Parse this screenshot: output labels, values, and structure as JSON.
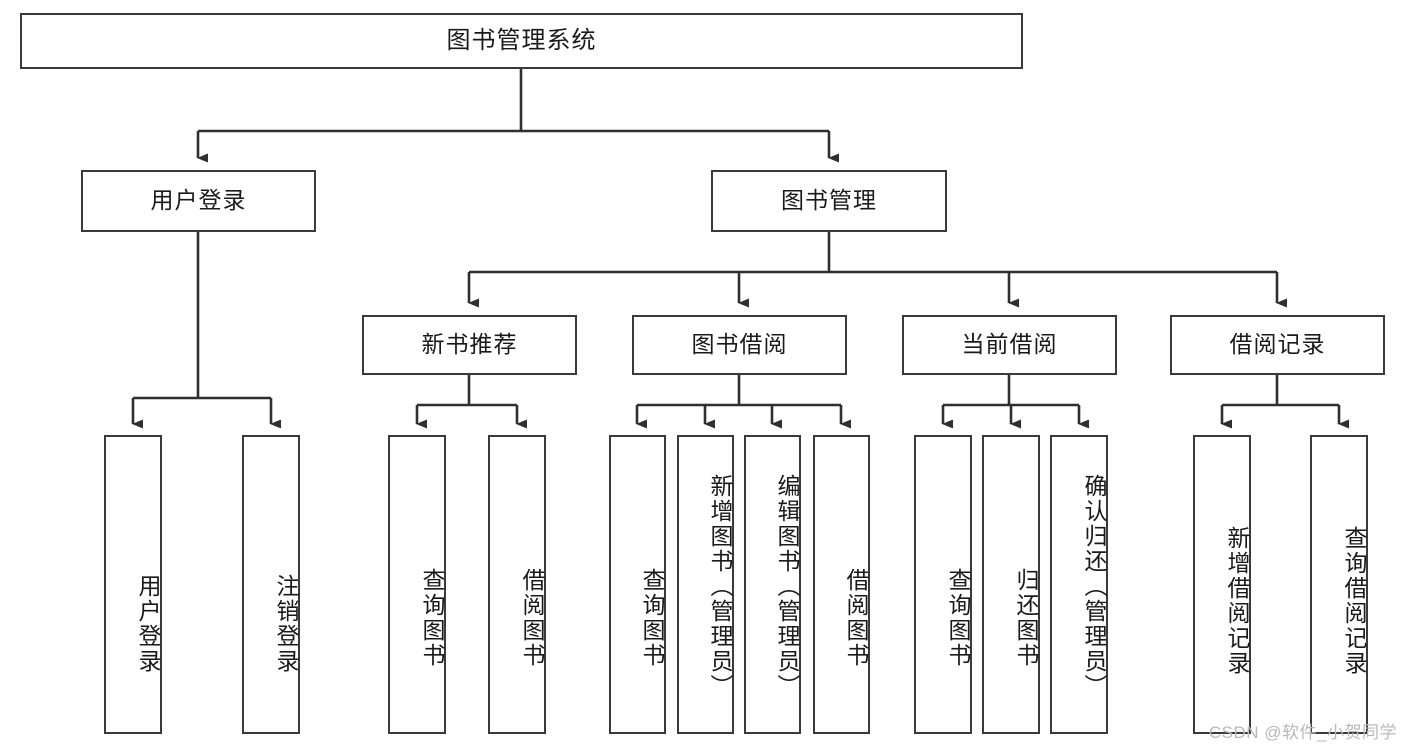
{
  "diagram": {
    "title": "图书管理系统",
    "watermark": "CSDN @软件_小贺同学",
    "colors": {
      "box_border": "#3a3a3a",
      "box_fill": "#ffffff",
      "edge": "#2f2f2f",
      "text": "#1a1a1a",
      "watermark": "#b9b9b9",
      "background": "#ffffff"
    },
    "root": {
      "label": "图书管理系统"
    },
    "level2": [
      {
        "id": "user-login",
        "label": "用户登录"
      },
      {
        "id": "book-manage",
        "label": "图书管理"
      }
    ],
    "level3": [
      {
        "id": "new-book-recommend",
        "label": "新书推荐"
      },
      {
        "id": "book-borrow",
        "label": "图书借阅"
      },
      {
        "id": "current-borrow",
        "label": "当前借阅"
      },
      {
        "id": "borrow-record",
        "label": "借阅记录"
      }
    ],
    "leaves": {
      "user_login": [
        {
          "id": "leaf-user-login",
          "label": "用户登录"
        },
        {
          "id": "leaf-logout-login",
          "label": "注销登录"
        }
      ],
      "new_book_recommend": [
        {
          "id": "leaf-query-book-1",
          "label": "查询图书"
        },
        {
          "id": "leaf-borrow-book-1",
          "label": "借阅图书"
        }
      ],
      "book_borrow": [
        {
          "id": "leaf-query-book-2",
          "label": "查询图书"
        },
        {
          "id": "leaf-add-book",
          "label": "新增图书（管理员）"
        },
        {
          "id": "leaf-edit-book",
          "label": "编辑图书（管理员）"
        },
        {
          "id": "leaf-borrow-book-2",
          "label": "借阅图书"
        }
      ],
      "current_borrow": [
        {
          "id": "leaf-query-book-3",
          "label": "查询图书"
        },
        {
          "id": "leaf-return-book",
          "label": "归还图书"
        },
        {
          "id": "leaf-confirm-return",
          "label": "确认归还（管理员）"
        }
      ],
      "borrow_record": [
        {
          "id": "leaf-add-record",
          "label": "新增借阅记录"
        },
        {
          "id": "leaf-query-record",
          "label": "查询借阅记录"
        }
      ]
    }
  }
}
